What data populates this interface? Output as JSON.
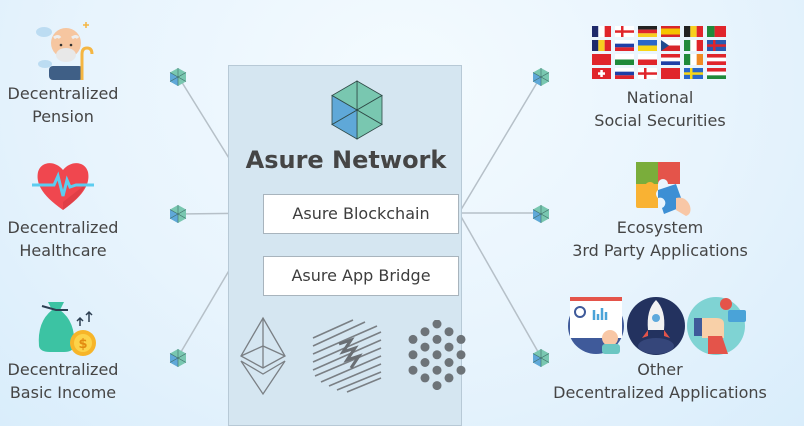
{
  "diagram": {
    "center": {
      "title": "Asure Network",
      "components": [
        "Asure Blockchain",
        "Asure App Bridge"
      ],
      "logos": [
        "ethereum-icon",
        "hyperledger-icon",
        "dots-hexagon-icon"
      ]
    },
    "left_nodes": [
      {
        "line1": "Decentralized",
        "line2": "Pension",
        "icon": "elderly-man-icon"
      },
      {
        "line1": "Decentralized",
        "line2": "Healthcare",
        "icon": "heart-pulse-icon"
      },
      {
        "line1": "Decentralized",
        "line2": "Basic Income",
        "icon": "money-bag-icon"
      }
    ],
    "right_nodes": [
      {
        "line1": "National",
        "line2": "Social Securities",
        "icon": "flags-icon"
      },
      {
        "line1": "Ecosystem",
        "line2": "3rd Party Applications",
        "icon": "puzzle-icon"
      },
      {
        "line1": "Other",
        "line2": "Decentralized Applications",
        "icon": "apps-icon"
      }
    ],
    "colors": {
      "cube_green": "#79c7b0",
      "cube_blue": "#5fa8d8",
      "line": "#b6c0c8",
      "box": "#d5e6f1"
    }
  }
}
